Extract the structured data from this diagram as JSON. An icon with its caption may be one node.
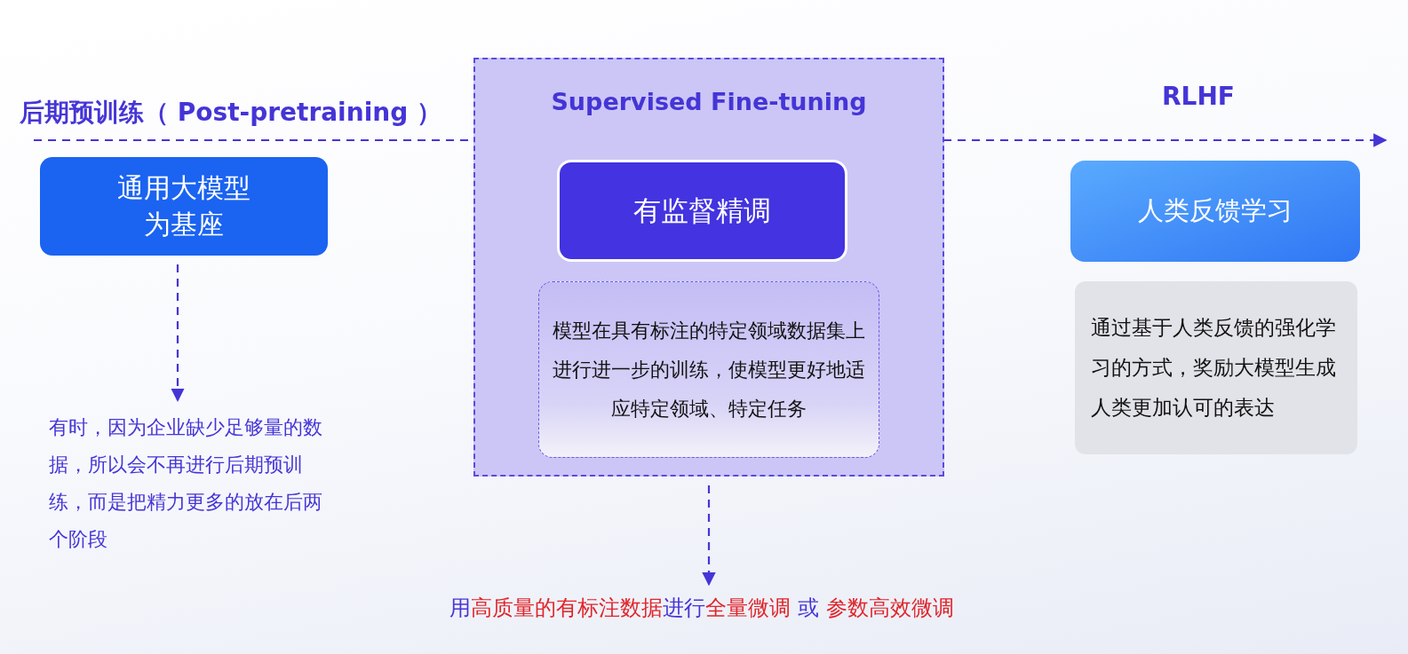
{
  "diagram": {
    "nodes": [
      {
        "text": [
          "通用大模型为基座"
        ]
      },
      {
        "text": [
          "有时，因为企业缺少足够量的数据，所以会不再进行后期预训练，而是把精力更多的放在后两个阶段"
        ]
      },
      {
        "text": [
          "Supervised Fine-tuning"
        ]
      },
      {
        "text": [
          "有监督精调"
        ],
        "in": 2
      },
      {
        "text": [
          "模型在具有标注的特定领域数据集上进行进一步的训练，使模型更好地适应特定领域、特定任务"
        ],
        "in": 2
      },
      {
        "text": [
          "用**高质量的有标注数据**进行**全量微调** 或 **参数高效微调**"
        ]
      },
      {
        "text": [
          "人类反馈学习"
        ]
      },
      {
        "text": [
          "通过基于人类反馈的强化学习的方式，奖励大模型生成人类更加认可的表达"
        ]
      }
    ],
    "edges": [
      {
        "from": 0,
        "to": 1,
        "arrow": "to",
        "style": "dashed"
      },
      {
        "from": 2,
        "to": 5,
        "arrow": "to",
        "style": "dashed"
      }
    ],
    "labels": [
      "后期预训练（ Post-pretraining ）",
      "RLHF"
    ]
  }
}
